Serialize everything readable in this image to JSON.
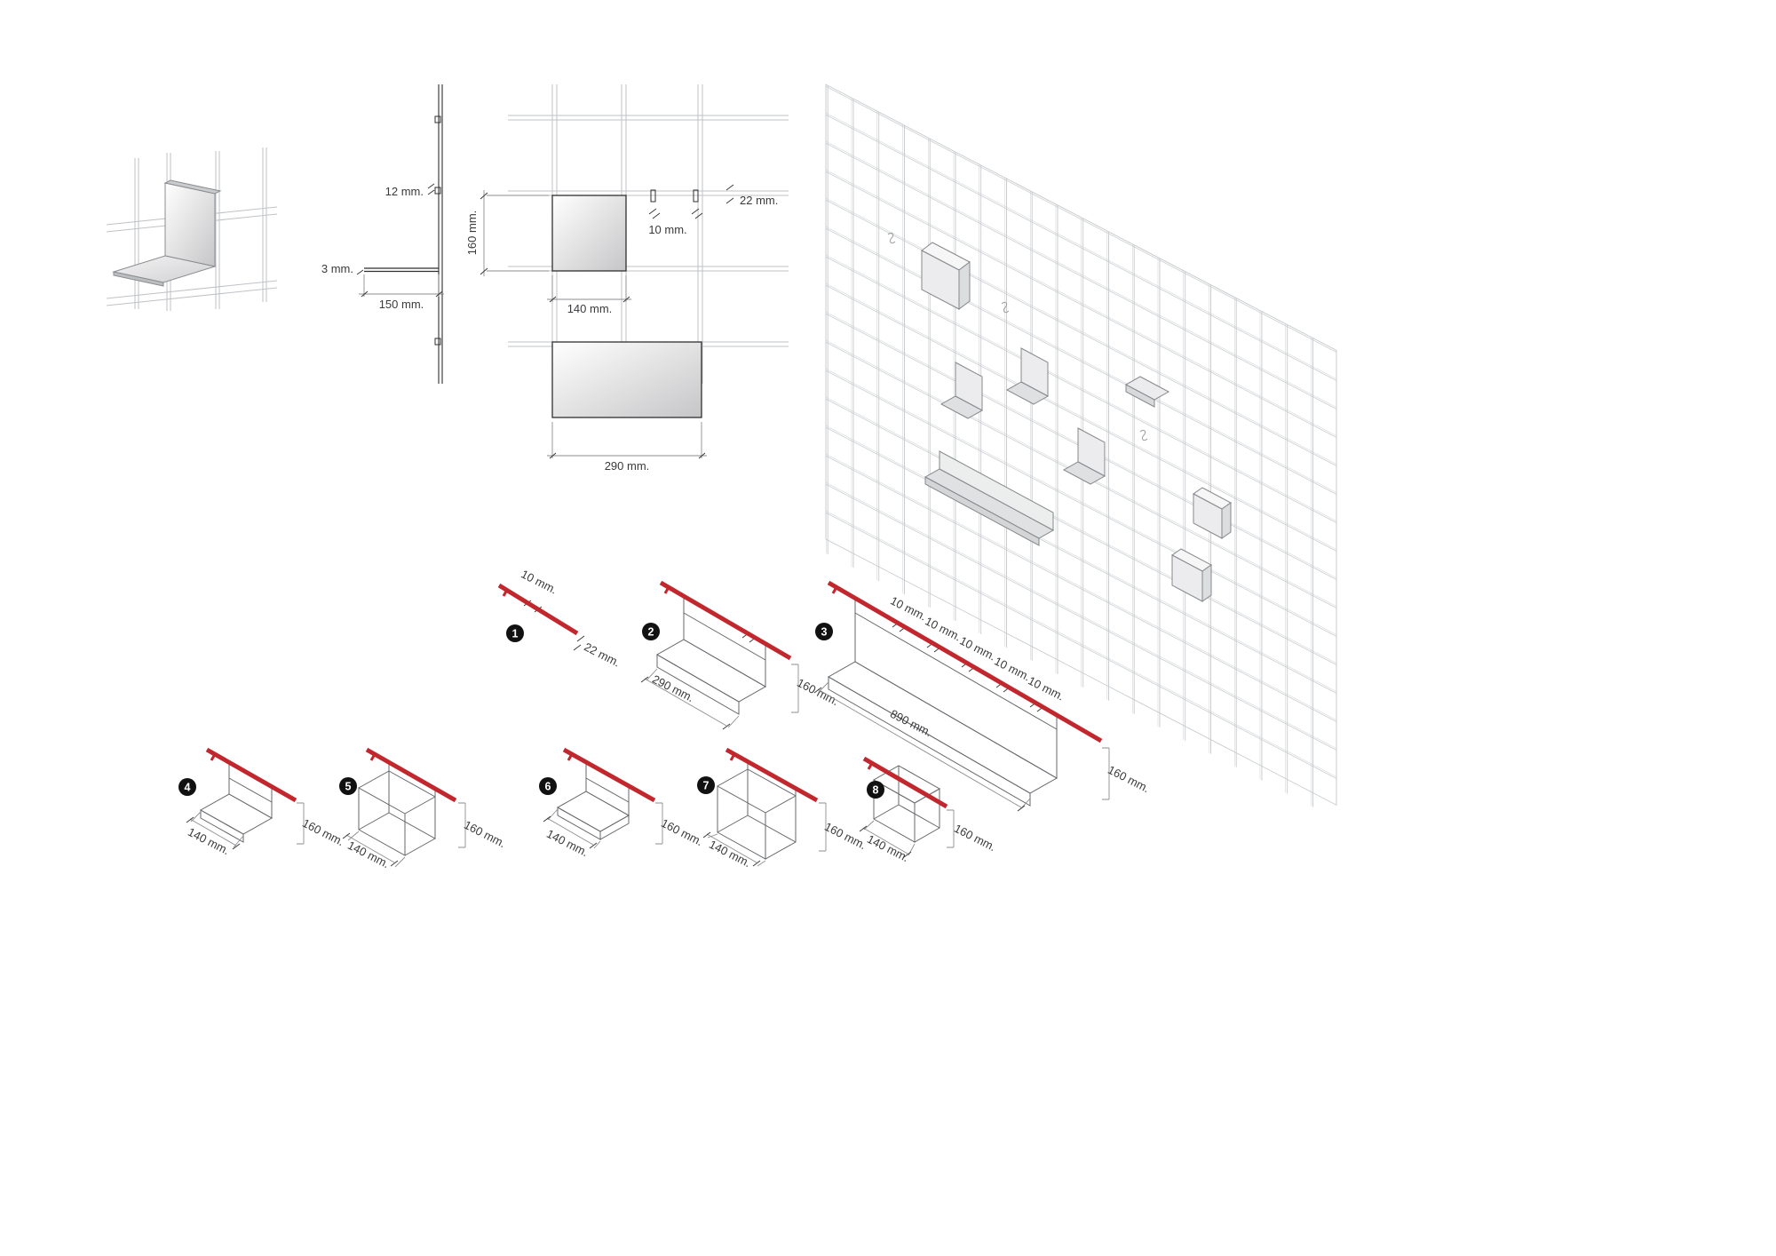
{
  "colors": {
    "accent_red": "#c1272d",
    "line_dark": "#2f2f31",
    "line_mid": "#64676b",
    "line_light": "#bfc2c6",
    "dim_text": "#3a3a3c"
  },
  "side_elevation": {
    "dim_clip_offset": "12 mm.",
    "dim_plate_thickness": "3 mm.",
    "dim_shelf_depth": "150 mm."
  },
  "front_elevation": {
    "dim_module_height": "160 mm.",
    "dim_hook_gap": "10 mm.",
    "dim_clip_height": "22 mm.",
    "dim_small_shelf_width": "140 mm.",
    "dim_large_shelf_width": "290 mm."
  },
  "components": {
    "c1": {
      "number": "1",
      "dim_hook_gap": "10 mm.",
      "dim_hook_height": "22 mm."
    },
    "c2": {
      "number": "2",
      "dim_width": "290 mm.",
      "dim_height": "160 mm."
    },
    "c3": {
      "number": "3",
      "dim_hook_gaps": [
        "10 mm.",
        "10 mm.",
        "10 mm.",
        "10 mm.",
        "10 mm."
      ],
      "dim_width": "890 mm.",
      "dim_height": "160 mm."
    },
    "c4": {
      "number": "4",
      "dim_width": "140 mm.",
      "dim_height": "160 mm."
    },
    "c5": {
      "number": "5",
      "dim_width": "140 mm.",
      "dim_height": "160 mm."
    },
    "c6": {
      "number": "6",
      "dim_width": "140 mm.",
      "dim_height": "160 mm."
    },
    "c7": {
      "number": "7",
      "dim_width": "140 mm.",
      "dim_height": "160 mm."
    },
    "c8": {
      "number": "8",
      "dim_width": "140 mm.",
      "dim_height": "160 mm."
    }
  }
}
